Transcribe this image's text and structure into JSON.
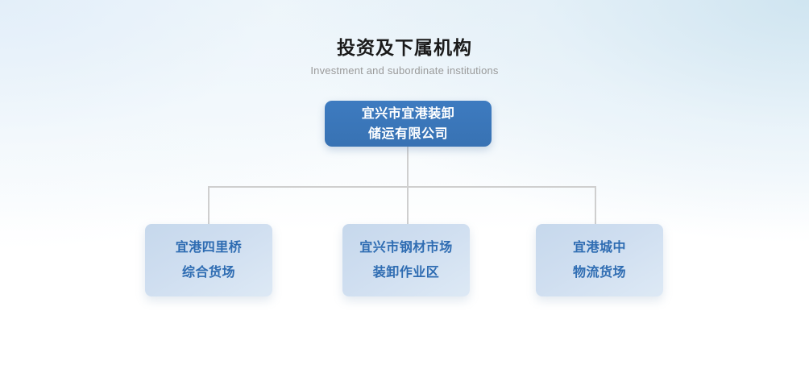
{
  "header": {
    "title": "投资及下属机构",
    "subtitle": "Investment and subordinate institutions"
  },
  "colors": {
    "root_fill": "#3872b3",
    "root_text": "#ffffff",
    "child_fill": "#cfdef0",
    "child_text": "#2e6cb2",
    "connector": "#cfcfcf",
    "title_text": "#1a1a1a",
    "subtitle_text": "#9a9a9a",
    "background_top": "#e4eff6",
    "background_bottom": "#ffffff"
  },
  "chart_data": {
    "type": "diagram",
    "diagram_type": "org-chart",
    "orientation": "top-down",
    "title": "投资及下属机构",
    "subtitle": "Investment and subordinate institutions",
    "nodes": [
      {
        "id": "root",
        "level": 0,
        "lines": [
          "宜兴市宜港装卸",
          "储运有限公司"
        ],
        "text": "宜兴市宜港装卸储运有限公司",
        "style": "filled-blue"
      },
      {
        "id": "child-1",
        "level": 1,
        "parent": "root",
        "lines": [
          "宜港四里桥",
          "综合货场"
        ],
        "text": "宜港四里桥综合货场",
        "style": "light-blue"
      },
      {
        "id": "child-2",
        "level": 1,
        "parent": "root",
        "lines": [
          "宜兴市钢材市场",
          "装卸作业区"
        ],
        "text": "宜兴市钢材市场装卸作业区",
        "style": "light-blue"
      },
      {
        "id": "child-3",
        "level": 1,
        "parent": "root",
        "lines": [
          "宜港城中",
          "物流货场"
        ],
        "text": "宜港城中物流货场",
        "style": "light-blue"
      }
    ],
    "edges": [
      {
        "from": "root",
        "to": "child-1"
      },
      {
        "from": "root",
        "to": "child-2"
      },
      {
        "from": "root",
        "to": "child-3"
      }
    ]
  },
  "org": {
    "root": {
      "line1": "宜兴市宜港装卸",
      "line2": "储运有限公司"
    },
    "children": [
      {
        "line1": "宜港四里桥",
        "line2": "综合货场"
      },
      {
        "line1": "宜兴市钢材市场",
        "line2": "装卸作业区"
      },
      {
        "line1": "宜港城中",
        "line2": "物流货场"
      }
    ]
  }
}
